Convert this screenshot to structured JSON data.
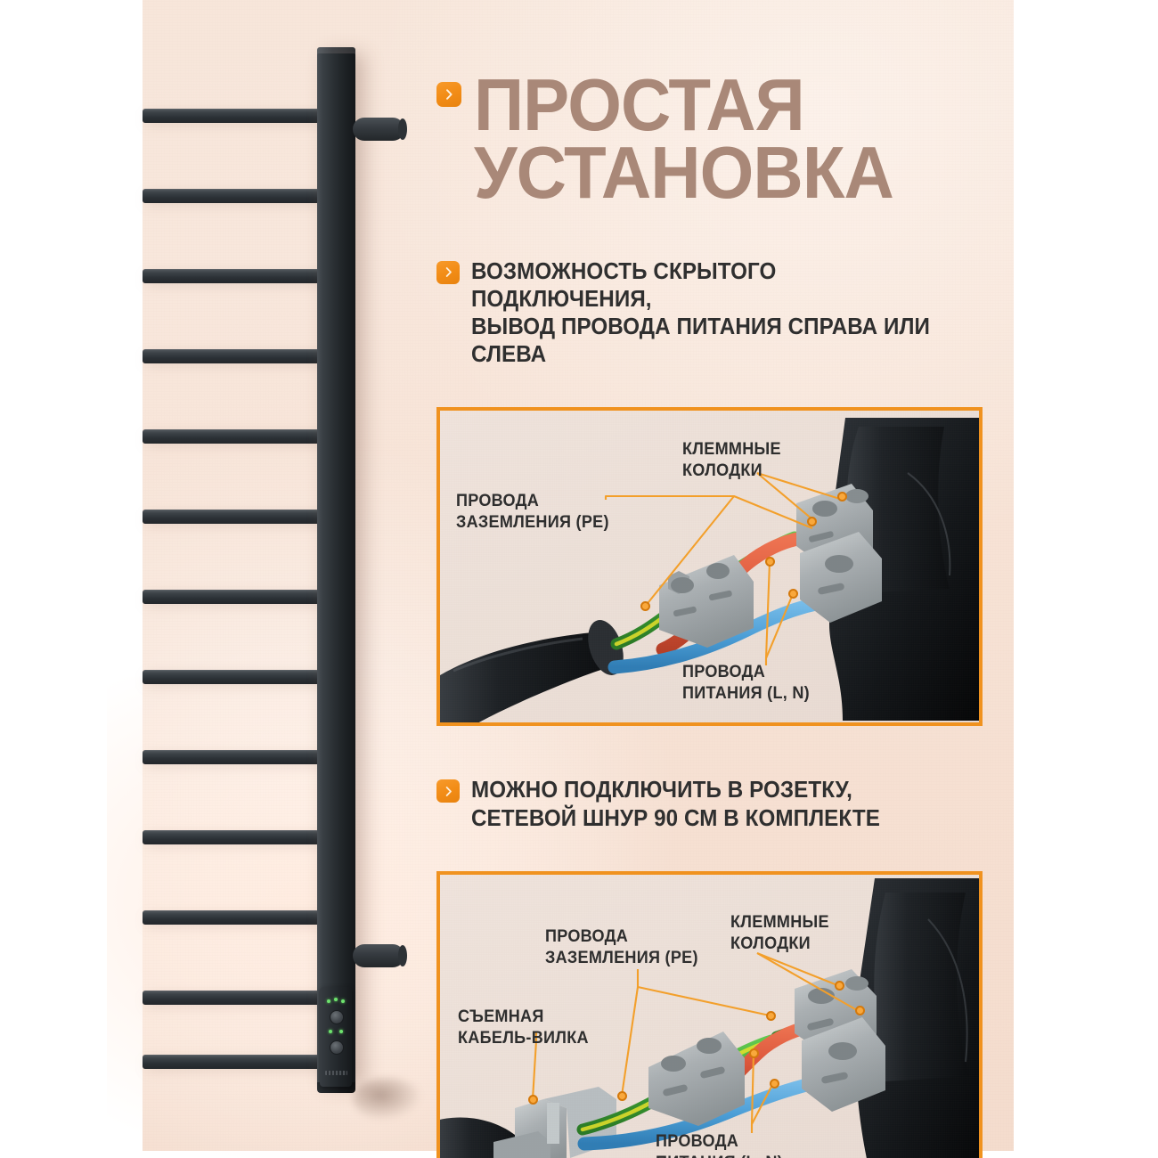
{
  "page": {
    "title_line1": "ПРОСТАЯ",
    "title_line2": "УСТАНОВКА",
    "title_full": "ПРОСТАЯ\nУСТАНОВКА",
    "title_color": "#a98878",
    "accent_color": "#f0921f",
    "background_color": "#f6e1d5",
    "text_color": "#2f2f2f"
  },
  "sections": [
    {
      "badge": "chevron-right-icon",
      "heading_line1": "ВОЗМОЖНОСТЬ СКРЫТОГО ПОДКЛЮЧЕНИЯ,",
      "heading_line2": "ВЫВОД ПРОВОДА ПИТАНИЯ СПРАВА ИЛИ СЛЕВА",
      "heading_full": "ВОЗМОЖНОСТЬ СКРЫТОГО ПОДКЛЮЧЕНИЯ,\nВЫВОД ПРОВОДА ПИТАНИЯ СПРАВА ИЛИ СЛЕВА",
      "photo": {
        "labels": [
          {
            "id": "terminal-blocks",
            "text": "КЛЕММНЫЕ\nКОЛОДКИ"
          },
          {
            "id": "ground-wires",
            "text": "ПРОВОДА\nЗАЗЕМЛЕНИЯ (PE)"
          },
          {
            "id": "power-wires",
            "text": "ПРОВОДА\nПИТАНИЯ (L, N)"
          }
        ],
        "wire_colors": {
          "ground": "#3fae3f",
          "ground_stripe": "#e8e22a",
          "live": "#e0563a",
          "neutral": "#4ea3dd"
        }
      }
    },
    {
      "badge": "chevron-right-icon",
      "heading_line1": "МОЖНО ПОДКЛЮЧИТЬ В РОЗЕТКУ,",
      "heading_line2": "СЕТЕВОЙ ШНУР 90 СМ В КОМПЛЕКТЕ",
      "heading_full": "МОЖНО ПОДКЛЮЧИТЬ В РОЗЕТКУ,\nСЕТЕВОЙ ШНУР 90 СМ В КОМПЛЕКТЕ",
      "photo": {
        "labels": [
          {
            "id": "ground-wires",
            "text": "ПРОВОДА\nЗАЗЕМЛЕНИЯ (PE)"
          },
          {
            "id": "terminal-blocks",
            "text": "КЛЕММНЫЕ\nКОЛОДКИ"
          },
          {
            "id": "removable-cable-plug",
            "text": "СЪЕМНАЯ\nКАБЕЛЬ-ВИЛКА"
          },
          {
            "id": "power-wires",
            "text": "ПРОВОДА\nПИТАНИЯ (L, N)"
          }
        ],
        "wire_colors": {
          "ground": "#3fae3f",
          "ground_stripe": "#e8e22a",
          "live": "#e0563a",
          "neutral": "#4ea3dd"
        }
      }
    }
  ],
  "product": {
    "name": "heated-towel-rail",
    "finish_color": "#2b3035",
    "bar_count": 13,
    "control_panel": {
      "buttons": 2,
      "led_color": "#6ee36e"
    }
  }
}
